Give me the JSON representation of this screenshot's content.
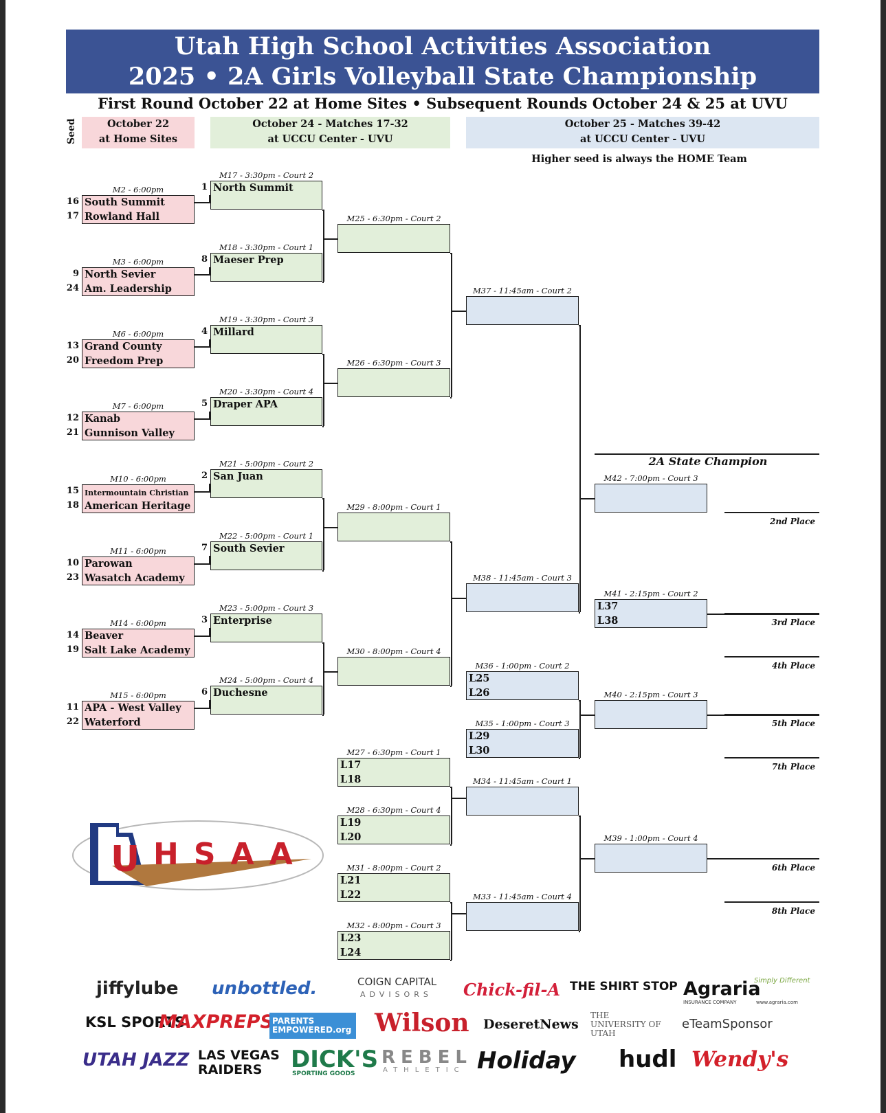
{
  "header": {
    "line1": "Utah High School Activities Association",
    "line2": "2025 • 2A Girls Volleyball State Championship",
    "subtitle": "First Round October 22 at Home Sites  •  Subsequent Rounds October 24 & 25 at UVU"
  },
  "columns": {
    "seed_label": "Seed",
    "round1": {
      "line1": "October 22",
      "line2": "at Home Sites"
    },
    "round2": {
      "line1": "October 24  -  Matches 17-32",
      "line2": "at UCCU Center - UVU"
    },
    "round3": {
      "line1": "October 25  -  Matches 39-42",
      "line2": "at UCCU Center - UVU"
    },
    "note": "Higher seed is always the HOME Team"
  },
  "first_round": [
    {
      "label": "M2 - 6:00pm",
      "teams": [
        {
          "seed": "16",
          "name": "South Summit"
        },
        {
          "seed": "17",
          "name": "Rowland Hall"
        }
      ]
    },
    {
      "label": "M3 - 6:00pm",
      "teams": [
        {
          "seed": "9",
          "name": "North Sevier"
        },
        {
          "seed": "24",
          "name": "Am. Leadership"
        }
      ]
    },
    {
      "label": "M6 - 6:00pm",
      "teams": [
        {
          "seed": "13",
          "name": "Grand County"
        },
        {
          "seed": "20",
          "name": "Freedom Prep"
        }
      ]
    },
    {
      "label": "M7 - 6:00pm",
      "teams": [
        {
          "seed": "12",
          "name": "Kanab"
        },
        {
          "seed": "21",
          "name": "Gunnison Valley"
        }
      ]
    },
    {
      "label": "M10 - 6:00pm",
      "teams": [
        {
          "seed": "15",
          "name": "Intermountain Christian"
        },
        {
          "seed": "18",
          "name": "American Heritage"
        }
      ]
    },
    {
      "label": "M11 - 6:00pm",
      "teams": [
        {
          "seed": "10",
          "name": "Parowan"
        },
        {
          "seed": "23",
          "name": "Wasatch Academy"
        }
      ]
    },
    {
      "label": "M14 - 6:00pm",
      "teams": [
        {
          "seed": "14",
          "name": "Beaver"
        },
        {
          "seed": "19",
          "name": "Salt Lake Academy"
        }
      ]
    },
    {
      "label": "M15 - 6:00pm",
      "teams": [
        {
          "seed": "11",
          "name": "APA - West Valley"
        },
        {
          "seed": "22",
          "name": "Waterford"
        }
      ]
    }
  ],
  "second_round": [
    {
      "label": "M17 - 3:30pm - Court 2",
      "seed": "1",
      "team": "North Summit"
    },
    {
      "label": "M18 - 3:30pm - Court 1",
      "seed": "8",
      "team": "Maeser Prep"
    },
    {
      "label": "M19 - 3:30pm - Court 3",
      "seed": "4",
      "team": "Millard"
    },
    {
      "label": "M20 - 3:30pm - Court 4",
      "seed": "5",
      "team": "Draper APA"
    },
    {
      "label": "M21 - 5:00pm - Court 2",
      "seed": "2",
      "team": "San Juan"
    },
    {
      "label": "M22 - 5:00pm - Court 1",
      "seed": "7",
      "team": "South Sevier"
    },
    {
      "label": "M23 - 5:00pm - Court 3",
      "seed": "3",
      "team": "Enterprise"
    },
    {
      "label": "M24 - 5:00pm - Court 4",
      "seed": "6",
      "team": "Duchesne"
    }
  ],
  "quarterfinals": [
    {
      "label": "M25 - 6:30pm - Court 2"
    },
    {
      "label": "M26 - 6:30pm - Court 3"
    },
    {
      "label": "M29 - 8:00pm - Court 1"
    },
    {
      "label": "M30 - 8:00pm - Court 4"
    }
  ],
  "consolation_green": [
    {
      "label": "M27 - 6:30pm - Court 1",
      "a": "L17",
      "b": "L18"
    },
    {
      "label": "M28 - 6:30pm - Court 4",
      "a": "L19",
      "b": "L20"
    },
    {
      "label": "M31 - 8:00pm - Court 2",
      "a": "L21",
      "b": "L22"
    },
    {
      "label": "M32 - 8:00pm - Court 3",
      "a": "L23",
      "b": "L24"
    }
  ],
  "semis": [
    {
      "label": "M37 - 11:45am - Court 2"
    },
    {
      "label": "M38 - 11:45am - Court 3"
    }
  ],
  "consolation_blue": [
    {
      "label": "M36 - 1:00pm - Court 2",
      "a": "L25",
      "b": "L26"
    },
    {
      "label": "M35 - 1:00pm - Court 3",
      "a": "L29",
      "b": "L30"
    },
    {
      "label": "M34 - 11:45am - Court 1"
    },
    {
      "label": "M33 - 11:45am - Court 4"
    }
  ],
  "finals": [
    {
      "label": "M42 - 7:00pm - Court 3"
    },
    {
      "label": "M41 - 2:15pm - Court 2",
      "a": "L37",
      "b": "L38"
    },
    {
      "label": "M40 - 2:15pm - Court 3"
    },
    {
      "label": "M39 - 1:00pm - Court 4"
    }
  ],
  "champion_label": "2A State Champion",
  "places": [
    "2nd Place",
    "3rd Place",
    "4th Place",
    "5th Place",
    "7th Place",
    "6th Place",
    "8th Place"
  ],
  "logo_text": "UHSAA",
  "sponsors": {
    "row1": [
      "jiffylube",
      "unbottled.",
      "COIGN CAPITAL",
      "ADVISORS",
      "Chick-fil-A",
      "THE SHIRT STOP",
      "Agraria",
      "INSURANCE COMPANY",
      "Simply Different",
      "www.agraria.com"
    ],
    "row2": [
      "KSL SPORTS",
      "MAXPREPS",
      "PARENTS EMPOWERED.org",
      "Wilson",
      "DeseretNews",
      "THE UNIVERSITY OF UTAH",
      "eTeamSponsor"
    ],
    "row3": [
      "UTAH JAZZ",
      "LAS VEGAS RAIDERS",
      "DICK'S",
      "SPORTING GOODS",
      "REBEL",
      "ATHLETIC",
      "Holiday",
      "hudl",
      "Wendy's"
    ]
  },
  "colors": {
    "header": "#3b5394",
    "round1": "#f8d7da",
    "round2": "#e2efda",
    "round3": "#dce6f2"
  }
}
